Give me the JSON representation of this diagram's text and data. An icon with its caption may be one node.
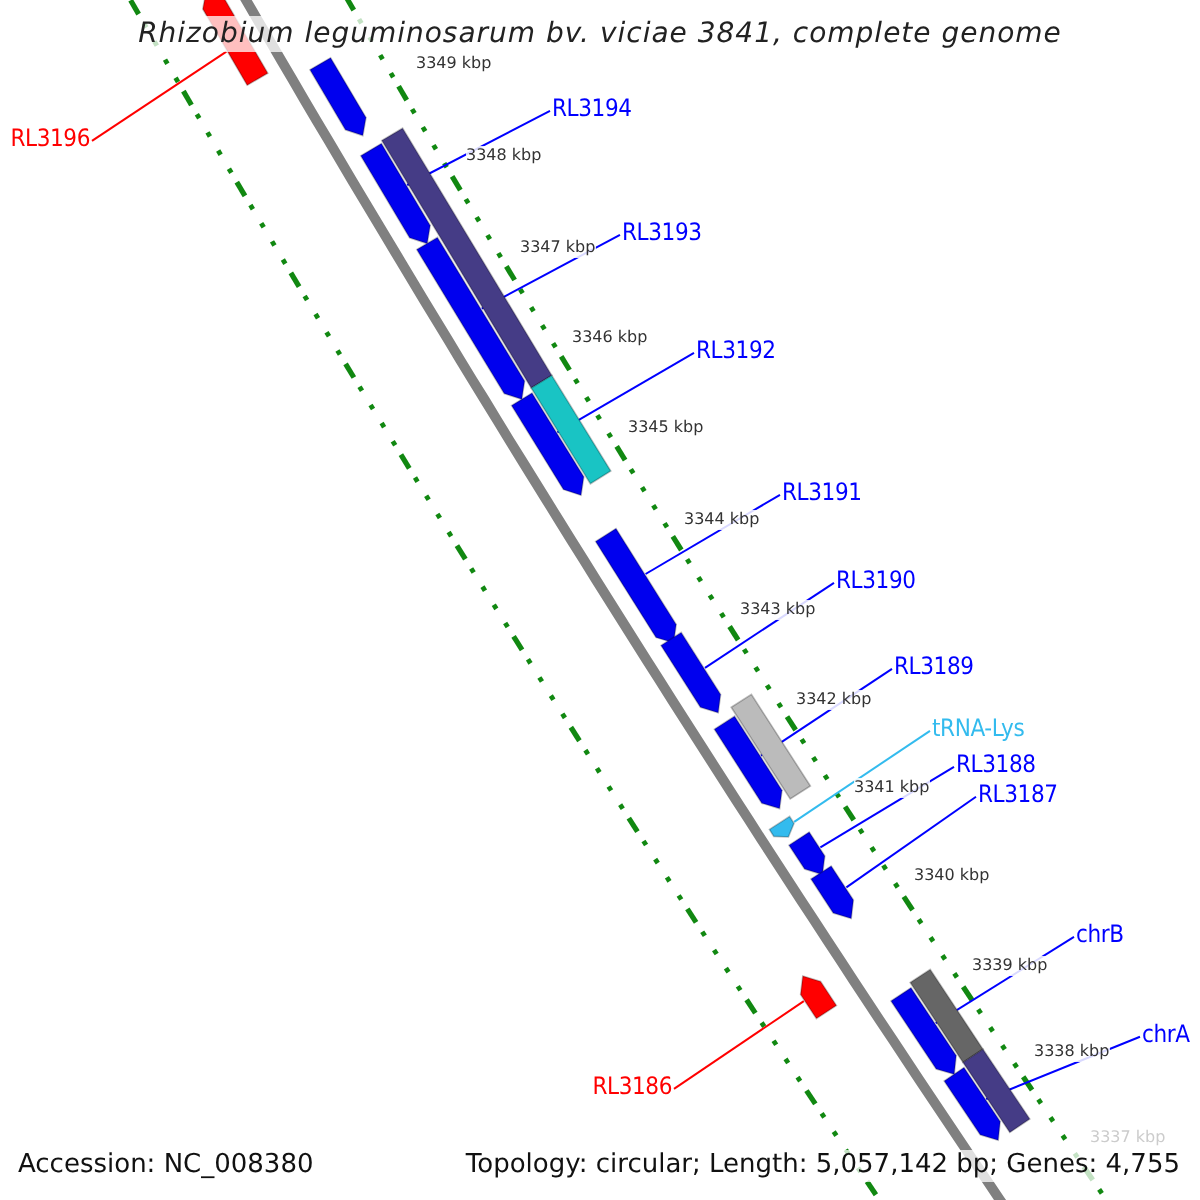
{
  "diagram": {
    "title": "Rhizobium leguminosarum bv. viciae 3841, complete genome",
    "nodes": [
      {
        "text": [
          "RL3194"
        ]
      },
      {
        "text": [
          "RL3196"
        ]
      },
      {
        "text": [
          "RL3193"
        ]
      },
      {
        "text": [
          "RL3192"
        ]
      },
      {
        "text": [
          "RL3191"
        ]
      },
      {
        "text": [
          "RL3190"
        ]
      },
      {
        "text": [
          "RL3189"
        ]
      },
      {
        "text": [
          "tRNA-Lys"
        ]
      },
      {
        "text": [
          "RL3188"
        ]
      },
      {
        "text": [
          "RL3187"
        ]
      },
      {
        "text": [
          "chrB"
        ]
      },
      {
        "text": [
          "chrA"
        ]
      },
      {
        "text": [
          "RL3186"
        ]
      },
      {
        "text": [],
        "shape": "arrow"
      },
      {
        "text": [],
        "shape": "arrow"
      },
      {
        "text": [],
        "shape": "arrow"
      },
      {
        "text": [],
        "shape": "arrow"
      },
      {
        "text": [],
        "shape": "arrow"
      },
      {
        "text": [],
        "shape": "arrow"
      },
      {
        "text": [],
        "shape": "arrow"
      },
      {
        "text": [],
        "shape": "arrow"
      },
      {
        "text": [],
        "shape": "arrow"
      },
      {
        "text": [],
        "shape": "arrow"
      },
      {
        "text": [],
        "shape": "arrow"
      },
      {
        "text": [],
        "shape": "arrow"
      },
      {
        "text": [],
        "shape": "arrow"
      },
      {
        "text": [],
        "shape": "arrow"
      }
    ],
    "edges": [
      {
        "from": 0,
        "to": 15,
        "arrow": "none"
      },
      {
        "from": 1,
        "to": 13,
        "arrow": "none",
        "color": "#ff0000"
      },
      {
        "from": 2,
        "to": 16,
        "arrow": "none"
      },
      {
        "from": 3,
        "to": 17,
        "arrow": "none"
      },
      {
        "from": 4,
        "to": 18,
        "arrow": "none"
      },
      {
        "from": 5,
        "to": 19,
        "arrow": "none"
      },
      {
        "from": 6,
        "to": 20,
        "arrow": "none"
      },
      {
        "from": 7,
        "to": 21,
        "arrow": "none",
        "color": "#33bbee"
      },
      {
        "from": 8,
        "to": 22,
        "arrow": "none"
      },
      {
        "from": 9,
        "to": 23,
        "arrow": "none"
      },
      {
        "from": 10,
        "to": 25,
        "arrow": "none"
      },
      {
        "from": 11,
        "to": 26,
        "arrow": "none"
      },
      {
        "from": 12,
        "to": 24,
        "arrow": "none",
        "color": "#ff0000"
      }
    ],
    "labels": [
      "3349 kbp",
      "3348 kbp",
      "3347 kbp",
      "3346 kbp",
      "3345 kbp",
      "3344 kbp",
      "3343 kbp",
      "3342 kbp",
      "3341 kbp",
      "3340 kbp",
      "3339 kbp",
      "3338 kbp",
      "3337 kbp",
      "Accession: NC_008380",
      "Topology: circular; Length: 5,057,142 bp; Genes: 4,755"
    ]
  }
}
